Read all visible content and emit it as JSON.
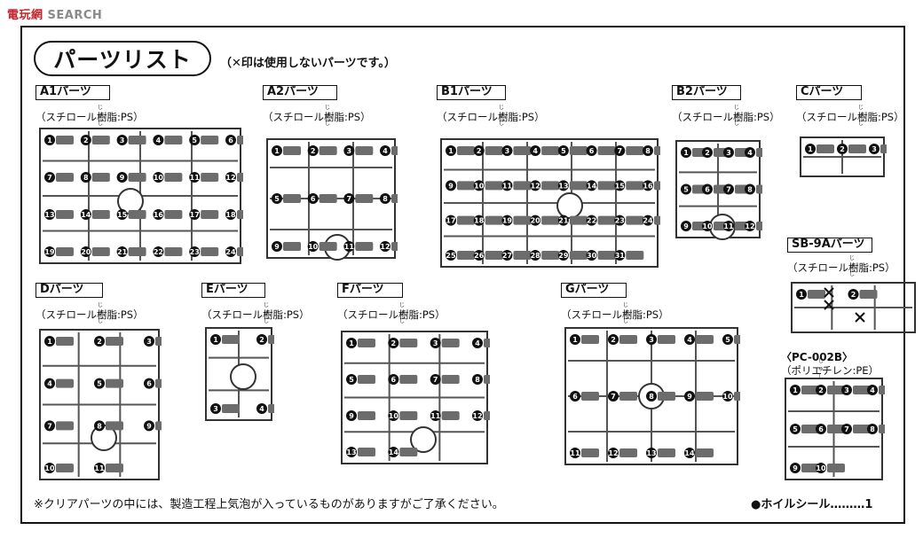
{
  "watermark": {
    "logo_text": "電玩網",
    "search": "SEARCH"
  },
  "header": {
    "title": "パーツリスト",
    "note": "（✕印は使用しないパーツです。）"
  },
  "runners": [
    {
      "id": "A1",
      "label": "A1パーツ",
      "material": "（スチロール樹脂:PS）",
      "numbers": [
        1,
        2,
        3,
        4,
        5,
        6,
        7,
        8,
        9,
        10,
        11,
        12,
        13,
        14,
        15,
        16,
        17,
        18,
        19,
        20,
        21,
        22,
        23,
        24
      ]
    },
    {
      "id": "A2",
      "label": "A2パーツ",
      "material": "（スチロール樹脂:PS）",
      "numbers": [
        1,
        2,
        3,
        4,
        5,
        6,
        7,
        8,
        9,
        10,
        11,
        12
      ]
    },
    {
      "id": "B1",
      "label": "B1パーツ",
      "material": "（スチロール樹脂:PS）",
      "numbers": [
        1,
        2,
        3,
        4,
        5,
        6,
        7,
        8,
        9,
        10,
        11,
        12,
        13,
        14,
        15,
        16,
        17,
        18,
        19,
        20,
        21,
        22,
        23,
        24,
        25,
        26,
        27,
        28,
        29,
        30,
        31
      ]
    },
    {
      "id": "B2",
      "label": "B2パーツ",
      "material": "（スチロール樹脂:PS）",
      "numbers": [
        1,
        2,
        3,
        4,
        5,
        6,
        7,
        8,
        9,
        10,
        11,
        12
      ]
    },
    {
      "id": "C",
      "label": "Cパーツ",
      "material": "（スチロール樹脂:PS）",
      "numbers": [
        1,
        2,
        3
      ]
    },
    {
      "id": "SB9A",
      "label": "SB-9Aパーツ",
      "material": "（スチロール樹脂:PS）",
      "numbers": [
        1,
        2
      ]
    },
    {
      "id": "D",
      "label": "Dパーツ",
      "material": "（スチロール樹脂:PS）",
      "numbers": [
        1,
        2,
        3,
        4,
        5,
        6,
        7,
        8,
        9,
        10,
        11
      ]
    },
    {
      "id": "E",
      "label": "Eパーツ",
      "material": "（スチロール樹脂:PS）",
      "numbers": [
        1,
        2,
        3,
        4
      ]
    },
    {
      "id": "F",
      "label": "Fパーツ",
      "material": "（スチロール樹脂:PS）",
      "numbers": [
        1,
        2,
        3,
        4,
        5,
        6,
        7,
        8,
        9,
        10,
        11,
        12,
        13,
        14
      ]
    },
    {
      "id": "G",
      "label": "Gパーツ",
      "material": "（スチロール樹脂:PS）",
      "numbers": [
        1,
        2,
        3,
        4,
        5,
        6,
        7,
        8,
        9,
        10,
        11,
        12,
        13,
        14
      ]
    },
    {
      "id": "PC002B",
      "label": "〈PC-002B〉",
      "material": "（ポリエチレン:PE）",
      "numbers": [
        1,
        2,
        3,
        4,
        5,
        6,
        7,
        8,
        9,
        10
      ]
    }
  ],
  "ruby_jushi": "じゅし",
  "footer": {
    "note": "※クリアパーツの中には、製造工程上気泡が入っているものがありますがご了承ください。",
    "seal": "●ホイルシール………1"
  }
}
